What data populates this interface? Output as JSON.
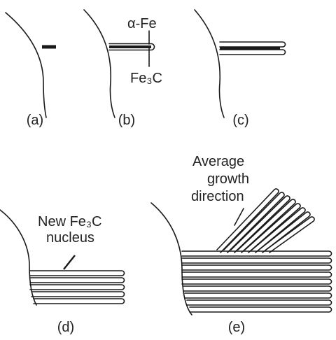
{
  "panels": {
    "a": {
      "caption": "(a)"
    },
    "b": {
      "caption": "(b)",
      "ferrite_label": "α-Fe",
      "cementite_label": "Fe₃C"
    },
    "c": {
      "caption": "(c)"
    },
    "d": {
      "caption": "(d)",
      "nucleus_label_line1": "New Fe₃C",
      "nucleus_label_line2": "nucleus"
    },
    "e": {
      "caption": "(e)",
      "growth_label_line1": "Average",
      "growth_label_line2": "growth",
      "growth_label_line3": "direction"
    }
  },
  "colors": {
    "ink": "#1a1a1a",
    "text": "#222222",
    "background": "#ffffff"
  }
}
